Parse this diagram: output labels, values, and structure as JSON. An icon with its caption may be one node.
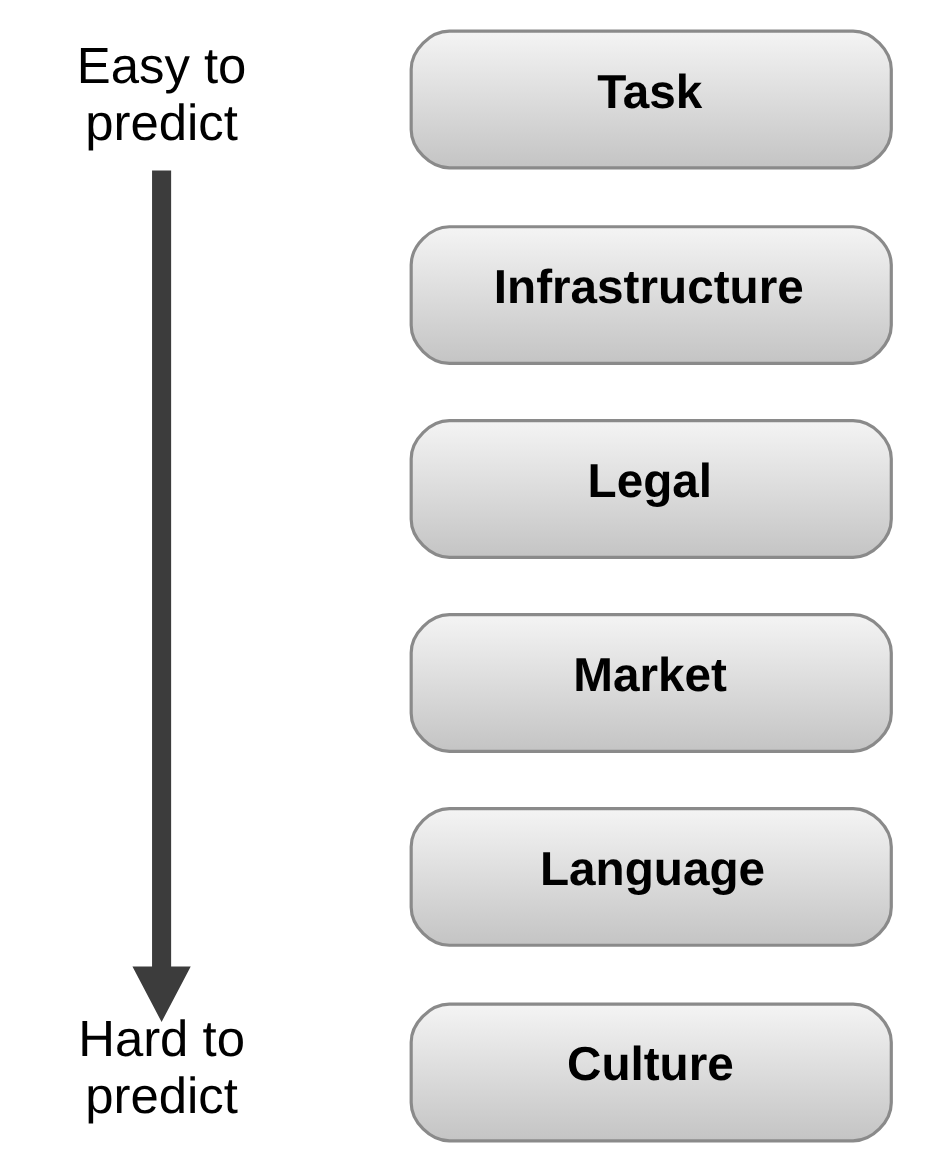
{
  "diagram": {
    "nodes": [
      {
        "text": [
          "Easy to predict"
        ]
      },
      {
        "text": [
          "Task"
        ]
      },
      {
        "text": [
          "Infrastructure"
        ]
      },
      {
        "text": [
          "Legal"
        ]
      },
      {
        "text": [
          "Market"
        ]
      },
      {
        "text": [
          "Language"
        ]
      },
      {
        "text": [
          "Hard to predict"
        ]
      },
      {
        "text": [
          "Culture"
        ]
      }
    ],
    "edges": [
      {
        "from": 0,
        "to": 6,
        "arrow": "to",
        "color": "#3c3c3c"
      }
    ]
  }
}
